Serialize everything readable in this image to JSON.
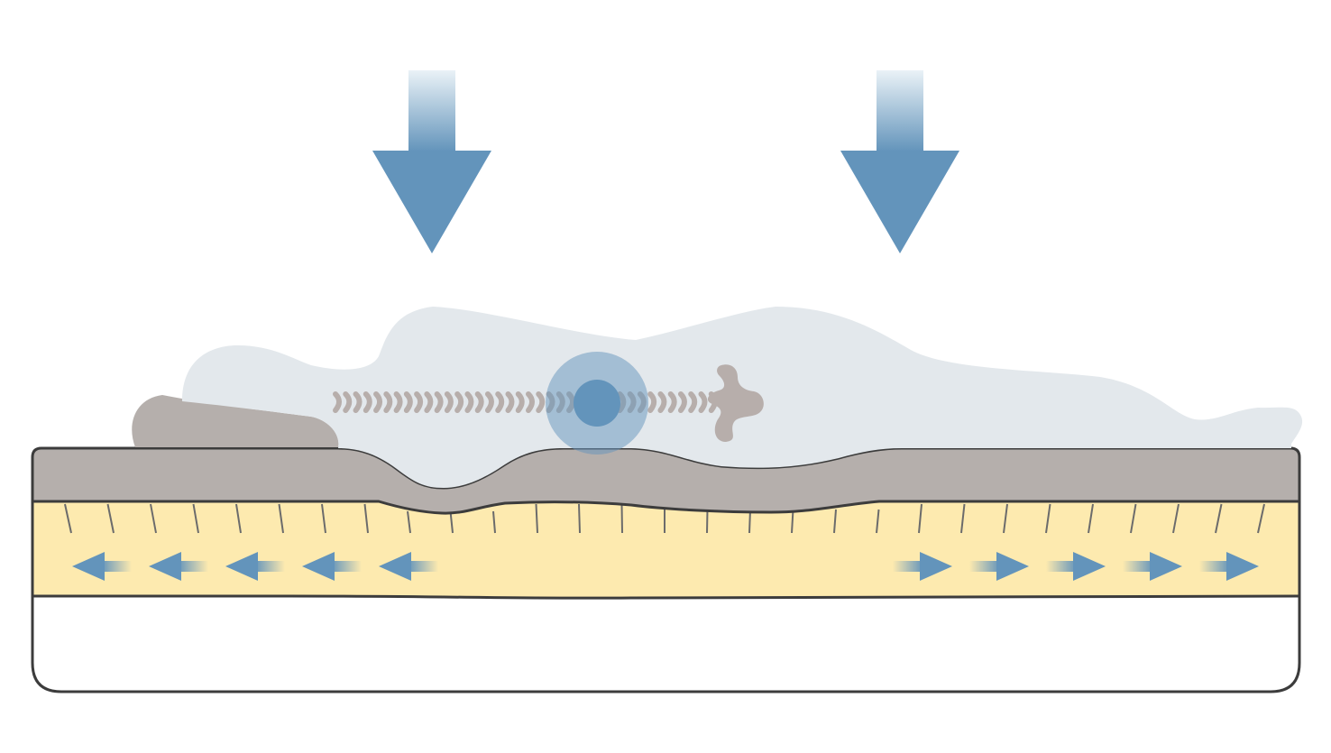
{
  "colors": {
    "background": "#ffffff",
    "pressure_arrow": "#6394bb",
    "pressure_arrow_fade": "#eaf2f7",
    "body_silhouette": "#e3e8ec",
    "comfort_layer": "#b5afac",
    "comfort_layer_stroke": "#3c3c3c",
    "pillow": "#b5afac",
    "support_layer": "#fdeaaf",
    "spring_tick": "#6b6b6b",
    "base_layer": "#ffffff",
    "outline": "#3c3c3c",
    "spine": "#b7aeab",
    "pressure_point": "#6394bb",
    "pressure_point_halo": "#99b7d1",
    "spread_arrow": "#6394bb"
  },
  "icons": {
    "pressure_arrows": "down-arrow-icon",
    "spine": "spine-icon",
    "pelvis": "pelvis-icon",
    "pressure_point": "pressure-point-icon",
    "spread_left": "left-arrow-icon",
    "spread_right": "right-arrow-icon"
  },
  "pressure_arrows_count": 2,
  "spread_arrows_left_count": 5,
  "spread_arrows_right_count": 5,
  "spine_vertebrae_count": 38
}
